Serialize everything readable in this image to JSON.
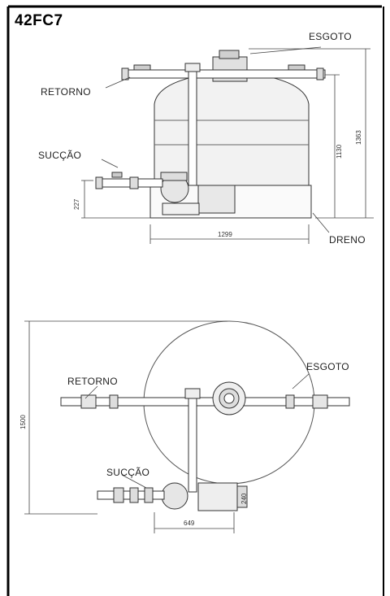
{
  "model_code": "42FC7",
  "side_view": {
    "labels": {
      "esgoto": "ESGOTO",
      "retorno": "RETORNO",
      "succao": "SUCÇÃO",
      "dreno": "DRENO"
    },
    "dimensions": {
      "inlet_height": "227",
      "total_width": "1299",
      "height_1130": "1130",
      "height_1363": "1363"
    }
  },
  "top_view": {
    "labels": {
      "retorno": "RETORNO",
      "esgoto": "ESGOTO",
      "succao": "SUCÇÃO"
    },
    "dimensions": {
      "depth": "1500",
      "pump_width": "649",
      "pump_side": "240"
    }
  }
}
